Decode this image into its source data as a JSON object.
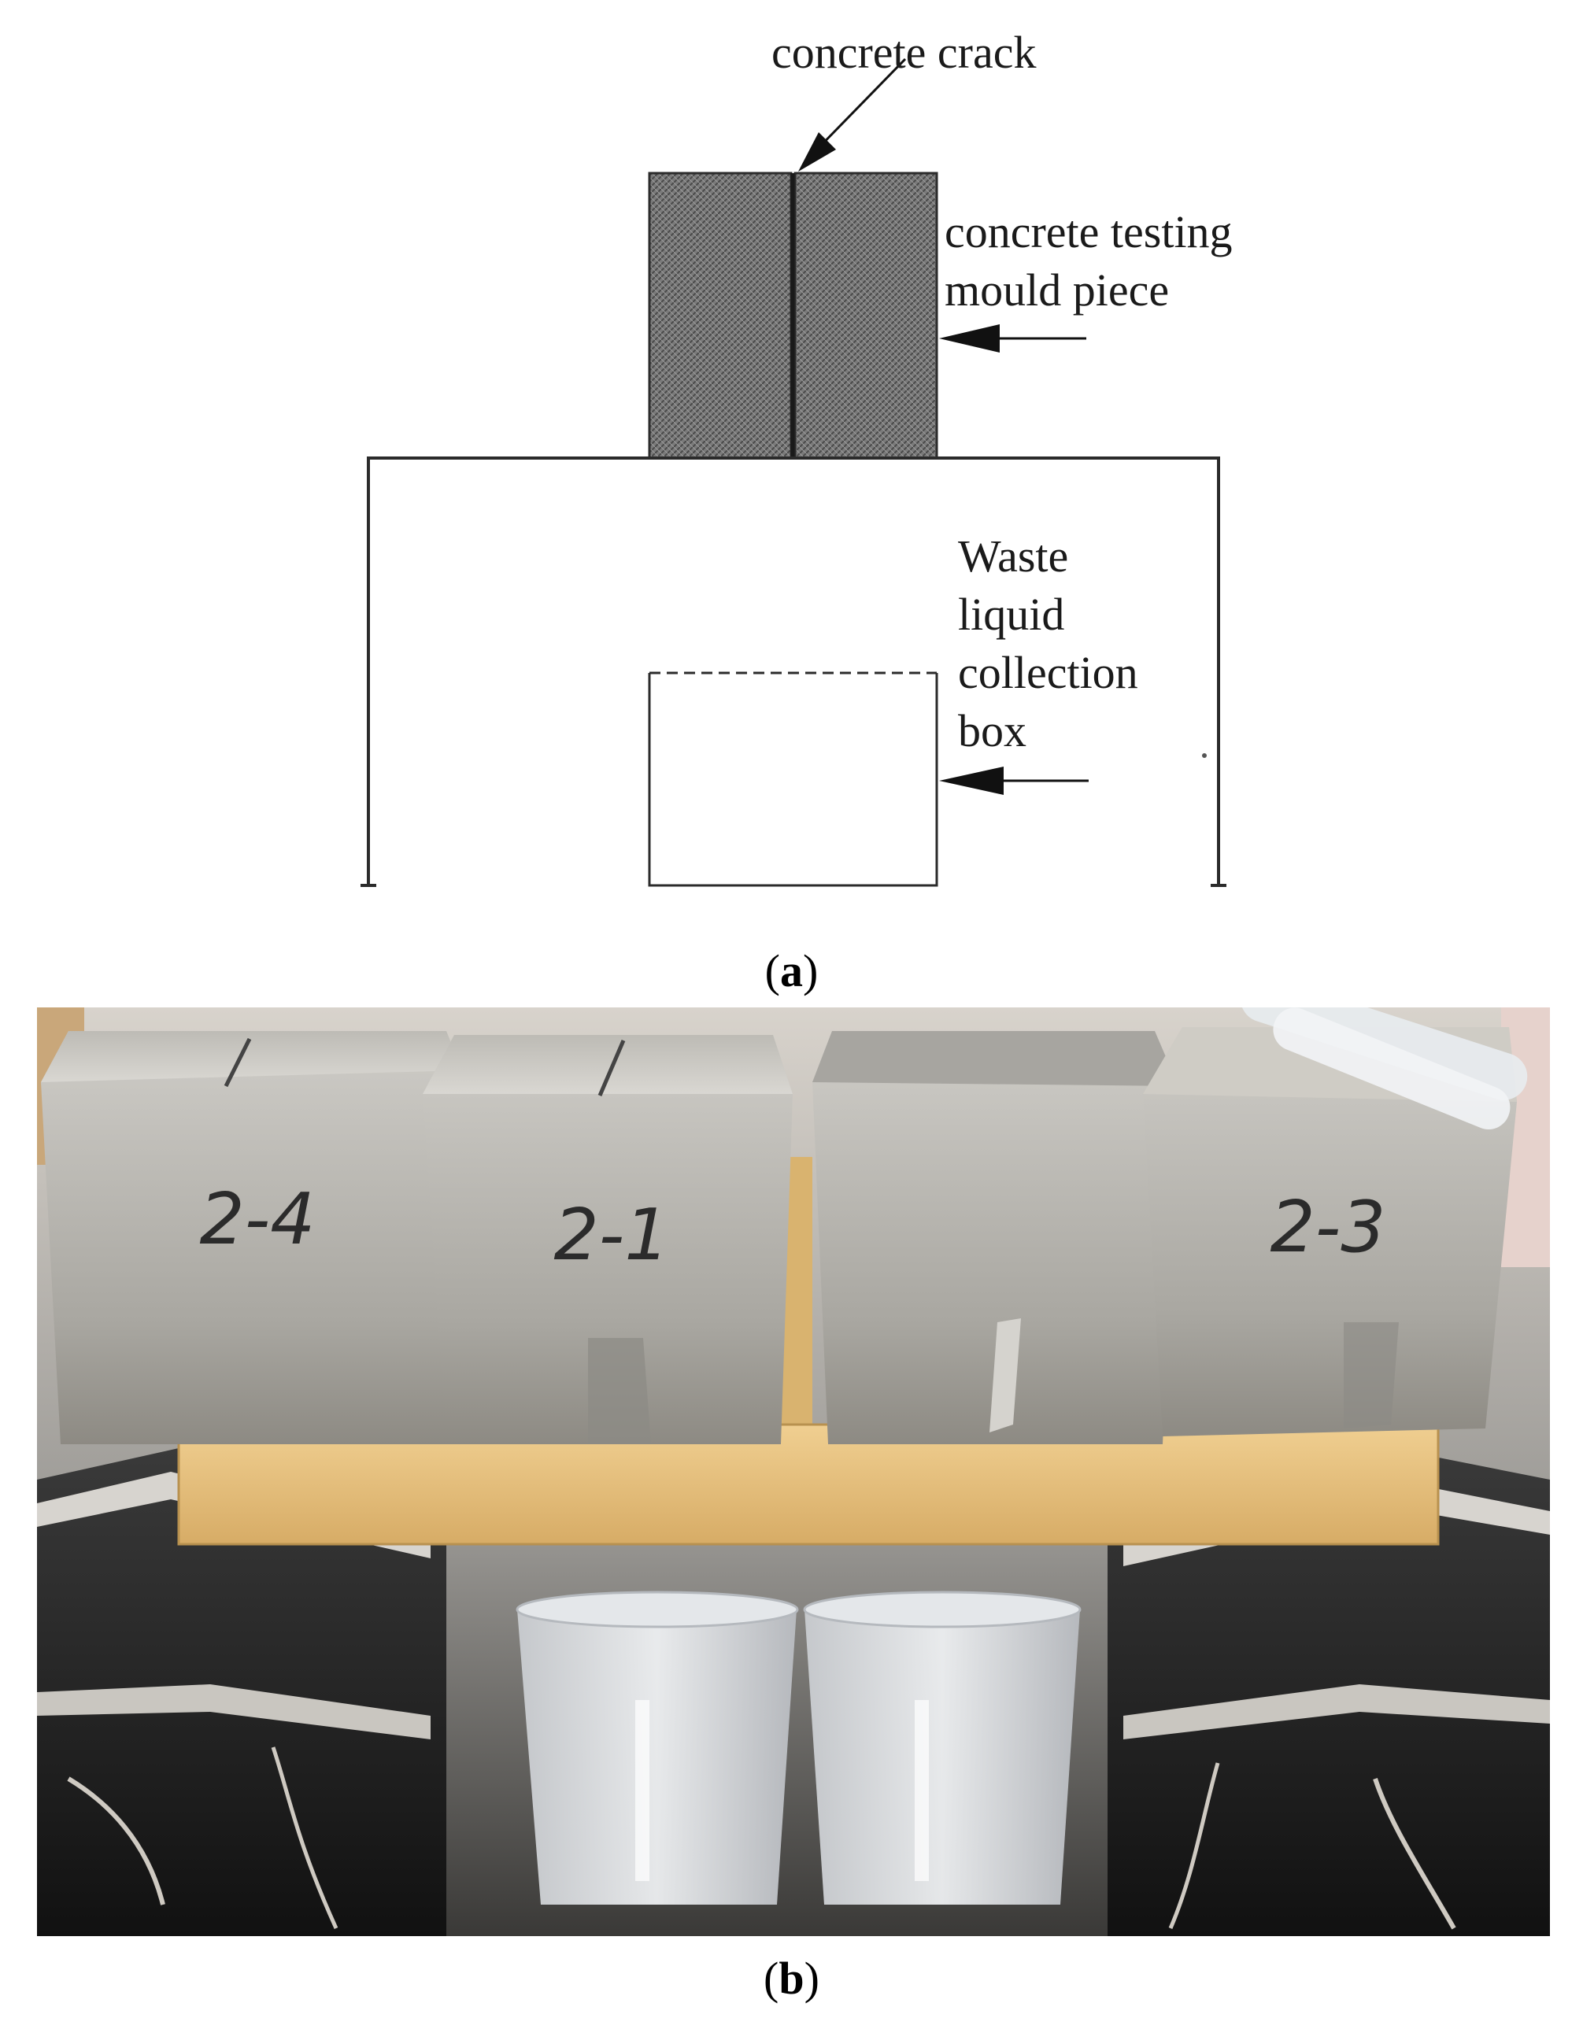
{
  "diagram": {
    "labels": {
      "crack": "concrete crack",
      "mould_line1": "concrete testing",
      "mould_line2": "mould piece",
      "box_line1": "Waste",
      "box_line2": "liquid",
      "box_line3": "collection",
      "box_line4": "box"
    },
    "caption_letter": "a"
  },
  "photo": {
    "specimen_marks": [
      "2-4",
      "2-1",
      "",
      "2-3"
    ],
    "caption_letter": "b"
  },
  "colors": {
    "concrete_hatch": "#6e6e6e",
    "line": "#2b2b2b",
    "wood": "#e6c07e",
    "concrete": "#b9b8b3",
    "background_dark": "#2a2a2a"
  }
}
